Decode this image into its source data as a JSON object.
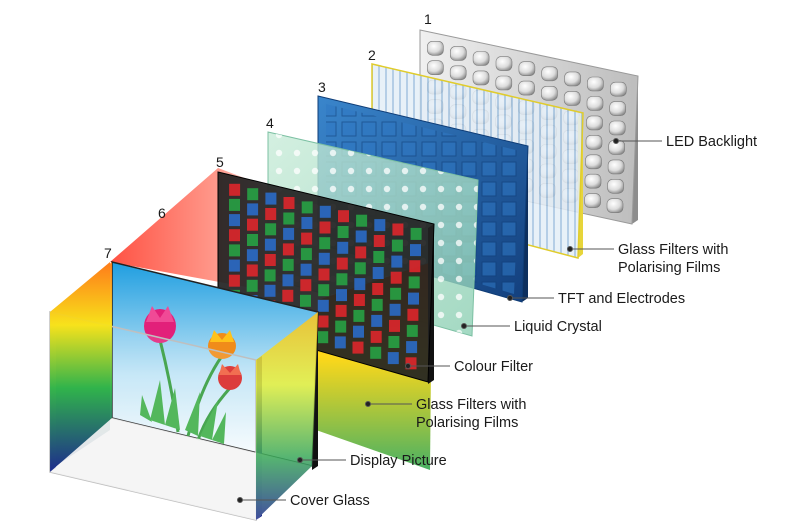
{
  "diagram": {
    "layer_numbers": [
      "1",
      "2",
      "3",
      "4",
      "5",
      "6",
      "7"
    ],
    "labels": {
      "led_backlight": "LED Backlight",
      "glass_filters_back_line1": "Glass Filters with",
      "glass_filters_back_line2": "Polarising Films",
      "tft": "TFT and Electrodes",
      "liquid_crystal": "Liquid Crystal",
      "colour_filter": "Colour Filter",
      "glass_filters_front_line1": "Glass Filters with",
      "glass_filters_front_line2": "Polarising Films",
      "display_picture": "Display Picture",
      "cover_glass": "Cover Glass"
    },
    "colors": {
      "backlight_panel": "#cfcfcf",
      "polariser_panel": "#d6e6f2",
      "tft_panel": "#1f63ad",
      "liquid_crystal_panel": "#a9dcc5",
      "colour_filter_panel": "#2a2a2a",
      "pixel_red": "#e8262c",
      "pixel_green": "#27a845",
      "pixel_blue": "#2a6fd0"
    }
  }
}
